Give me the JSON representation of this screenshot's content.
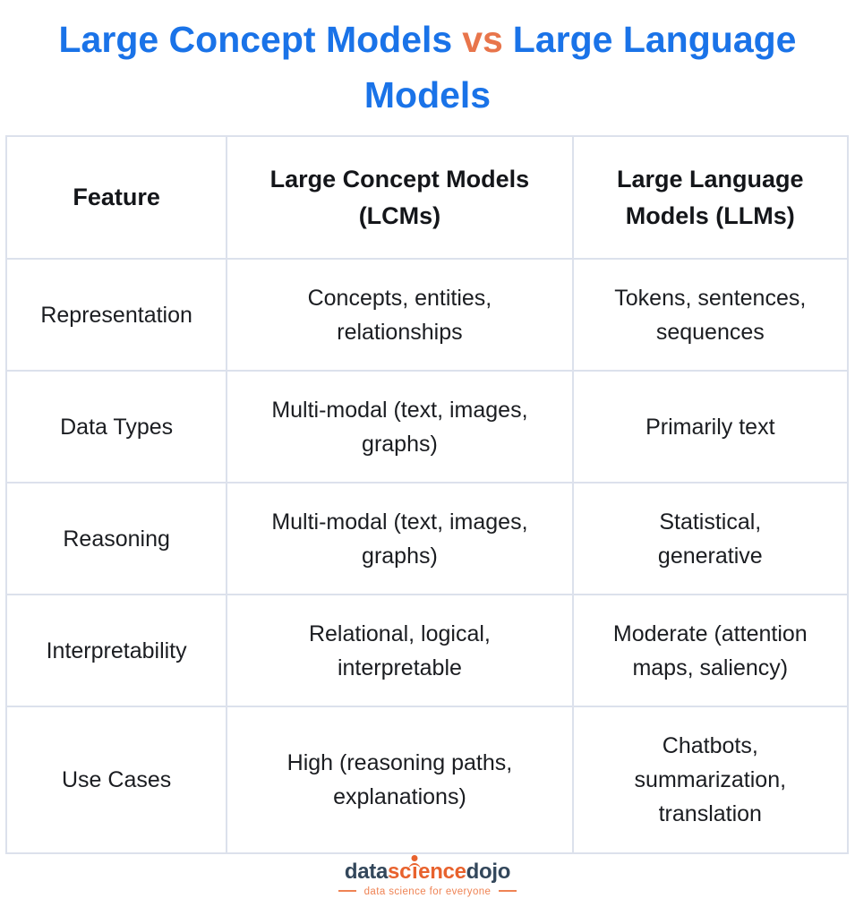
{
  "title": {
    "part1": "Large Concept Models",
    "vs": "vs",
    "part2": "Large Language Models"
  },
  "chart_data": {
    "type": "table",
    "title": "Large Concept Models vs Large Language Models",
    "columns": [
      "Feature",
      "Large Concept Models (LCMs)",
      "Large Language Models (LLMs)"
    ],
    "rows": [
      [
        "Representation",
        "Concepts, entities, relationships",
        "Tokens, sentences, sequences"
      ],
      [
        "Data Types",
        "Multi-modal (text, images, graphs)",
        "Primarily text"
      ],
      [
        "Reasoning",
        "Multi-modal (text, images, graphs)",
        "Statistical, generative"
      ],
      [
        "Interpretability",
        "Relational, logical, interpretable",
        "Moderate (attention maps, saliency)"
      ],
      [
        "Use Cases",
        "High (reasoning paths, explanations)",
        "Chatbots, summarization, translation"
      ]
    ]
  },
  "logo": {
    "word1": "data",
    "word2a": "sc",
    "word2b": "ence",
    "word3": "dojo",
    "tagline": "data science for everyone"
  },
  "colors": {
    "title_blue": "#1a73e8",
    "vs_orange": "#e8754b",
    "table_border": "#dce1ec",
    "cell_text": "#1b1d21",
    "logo_navy": "#33475b",
    "logo_orange": "#e8622d",
    "tagline_orange": "#ef8354"
  }
}
